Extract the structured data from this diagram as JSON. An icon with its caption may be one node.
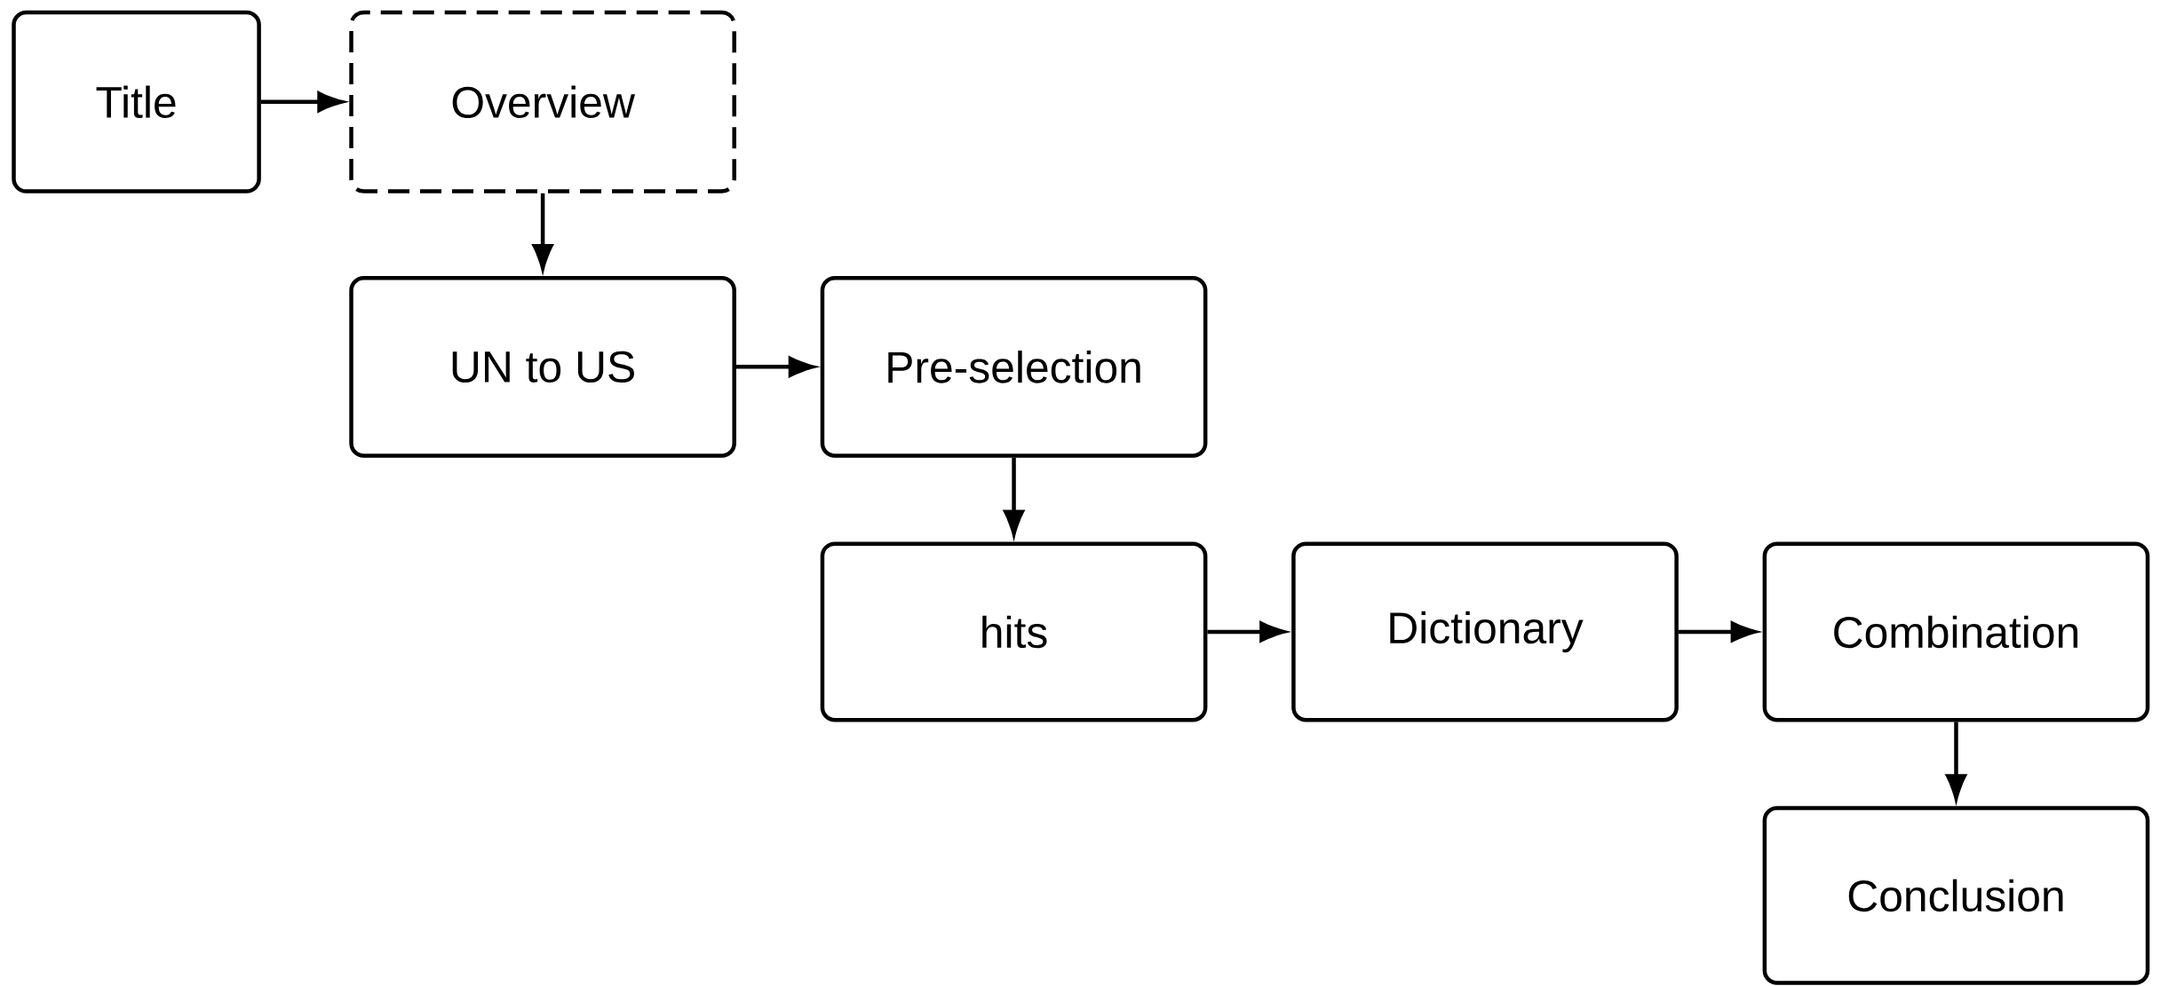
{
  "diagram": {
    "nodes": [
      {
        "text": [
          "Title"
        ]
      },
      {
        "text": [
          "Overview"
        ]
      },
      {
        "text": [
          "UN to US"
        ]
      },
      {
        "text": [
          "Pre-selection"
        ]
      },
      {
        "text": [
          "hits"
        ]
      },
      {
        "text": [
          "Dictionary"
        ]
      },
      {
        "text": [
          "Combination"
        ]
      },
      {
        "text": [
          "Conclusion"
        ]
      }
    ],
    "edges": [
      {
        "from": 0,
        "to": 1,
        "arrow": "to"
      },
      {
        "from": 1,
        "to": 2,
        "arrow": "to"
      },
      {
        "from": 2,
        "to": 3,
        "arrow": "to"
      },
      {
        "from": 3,
        "to": 4,
        "arrow": "to"
      },
      {
        "from": 4,
        "to": 5,
        "arrow": "to"
      },
      {
        "from": 5,
        "to": 6,
        "arrow": "to"
      },
      {
        "from": 6,
        "to": 7,
        "arrow": "to"
      }
    ]
  }
}
